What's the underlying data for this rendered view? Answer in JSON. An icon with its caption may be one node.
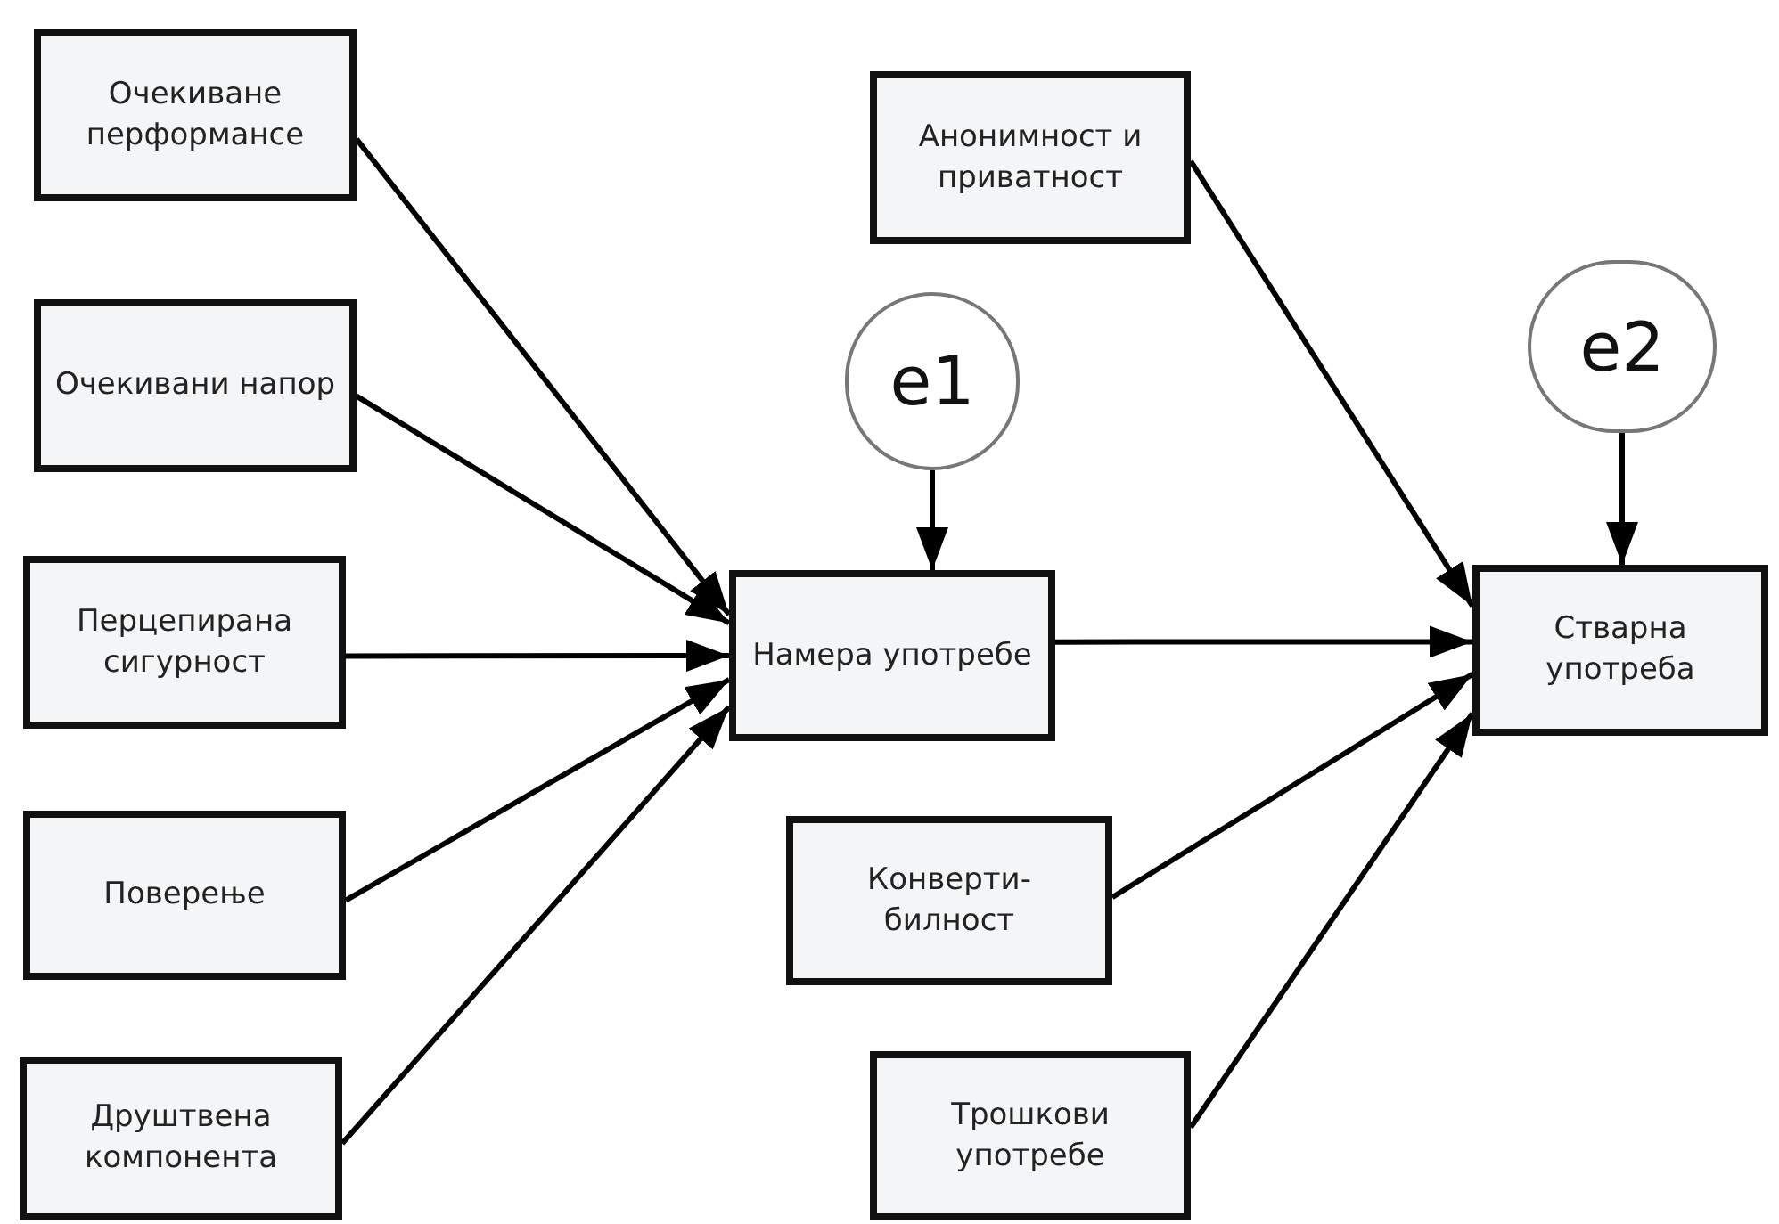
{
  "diagram": {
    "nodes": [
      {
        "text": [
          "Очекиване перформансе"
        ]
      },
      {
        "text": [
          "Очекивани напор"
        ]
      },
      {
        "text": [
          "Перцепирана сигурност"
        ]
      },
      {
        "text": [
          "Поверење"
        ]
      },
      {
        "text": [
          "Друштвена компонента"
        ]
      },
      {
        "text": [
          "Намера употребе"
        ]
      },
      {
        "text": [
          "e1"
        ]
      },
      {
        "text": [
          "Анонимност и приватност"
        ]
      },
      {
        "text": [
          "e2"
        ]
      },
      {
        "text": [
          "Стварна употреба"
        ]
      },
      {
        "text": [
          "Конверти- билност"
        ]
      },
      {
        "text": [
          "Трошкови употребе"
        ]
      }
    ],
    "edges": [
      {
        "from": 0,
        "to": 5,
        "arrow": "to"
      },
      {
        "from": 1,
        "to": 5,
        "arrow": "to"
      },
      {
        "from": 2,
        "to": 5,
        "arrow": "to"
      },
      {
        "from": 3,
        "to": 5,
        "arrow": "to"
      },
      {
        "from": 4,
        "to": 5,
        "arrow": "to"
      },
      {
        "from": 6,
        "to": 5,
        "arrow": "to"
      },
      {
        "from": 5,
        "to": 9,
        "arrow": "to"
      },
      {
        "from": 7,
        "to": 9,
        "arrow": "to"
      },
      {
        "from": 8,
        "to": 9,
        "arrow": "to"
      },
      {
        "from": 10,
        "to": 9,
        "arrow": "to"
      },
      {
        "from": 11,
        "to": 9,
        "arrow": "to"
      }
    ]
  }
}
